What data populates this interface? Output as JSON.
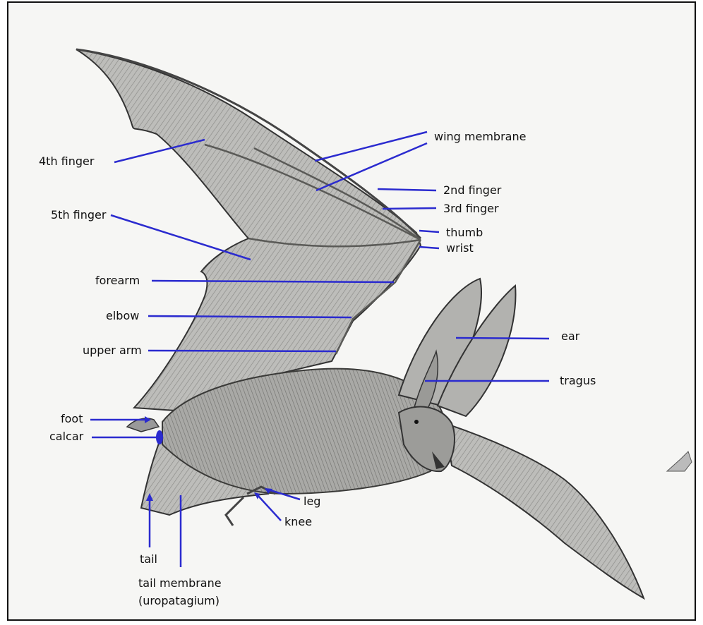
{
  "labels": {
    "wing_membrane": "wing membrane",
    "finger_4th": "4th finger",
    "finger_2nd": "2nd finger",
    "finger_3rd": "3rd finger",
    "finger_5th": "5th finger",
    "thumb": "thumb",
    "wrist": "wrist",
    "forearm": "forearm",
    "elbow": "elbow",
    "upper_arm": "upper arm",
    "ear": "ear",
    "tragus": "tragus",
    "foot": "foot",
    "calcar": "calcar",
    "leg": "leg",
    "knee": "knee",
    "tail": "tail",
    "tail_membrane": "tail membrane",
    "uropatagium": "(uropatagium)"
  },
  "colors": {
    "leader_line": "#2b2bcf",
    "label_text": "#111111",
    "ink": "#333333",
    "membrane": "#b9b9b6",
    "background": "#f6f6f4"
  }
}
